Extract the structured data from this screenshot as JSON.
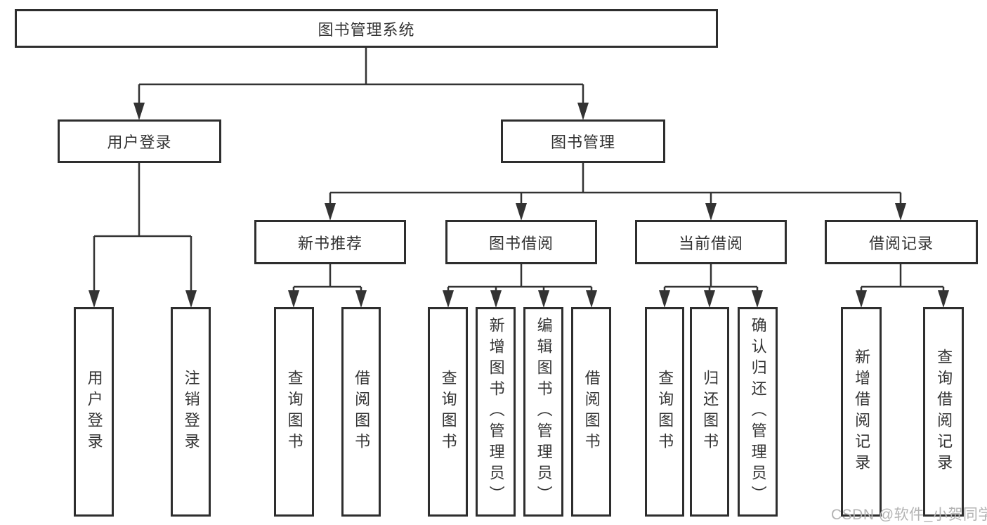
{
  "diagram": {
    "root": {
      "label": "图书管理系统"
    },
    "level2": [
      {
        "label": "用户登录"
      },
      {
        "label": "图书管理"
      }
    ],
    "level3": [
      {
        "label": "新书推荐"
      },
      {
        "label": "图书借阅"
      },
      {
        "label": "当前借阅"
      },
      {
        "label": "借阅记录"
      }
    ],
    "leaves": {
      "login": [
        {
          "label": "用户登录"
        },
        {
          "label": "注销登录"
        }
      ],
      "recommend": [
        {
          "label": "查询图书"
        },
        {
          "label": "借阅图书"
        }
      ],
      "borrow": [
        {
          "label": "查询图书"
        },
        {
          "label": "新增图书（管理员）"
        },
        {
          "label": "编辑图书（管理员）"
        },
        {
          "label": "借阅图书"
        }
      ],
      "current": [
        {
          "label": "查询图书"
        },
        {
          "label": "归还图书"
        },
        {
          "label": "确认归还（管理员）"
        }
      ],
      "record": [
        {
          "label": "新增借阅记录"
        },
        {
          "label": "查询借阅记录"
        }
      ]
    }
  },
  "watermark": {
    "text": "CSDN @软件_小贺同学"
  },
  "colors": {
    "line": "#333333",
    "border": "#2e2e2e",
    "text": "#333333",
    "watermark": "#b3b3b3",
    "background": "#ffffff"
  }
}
